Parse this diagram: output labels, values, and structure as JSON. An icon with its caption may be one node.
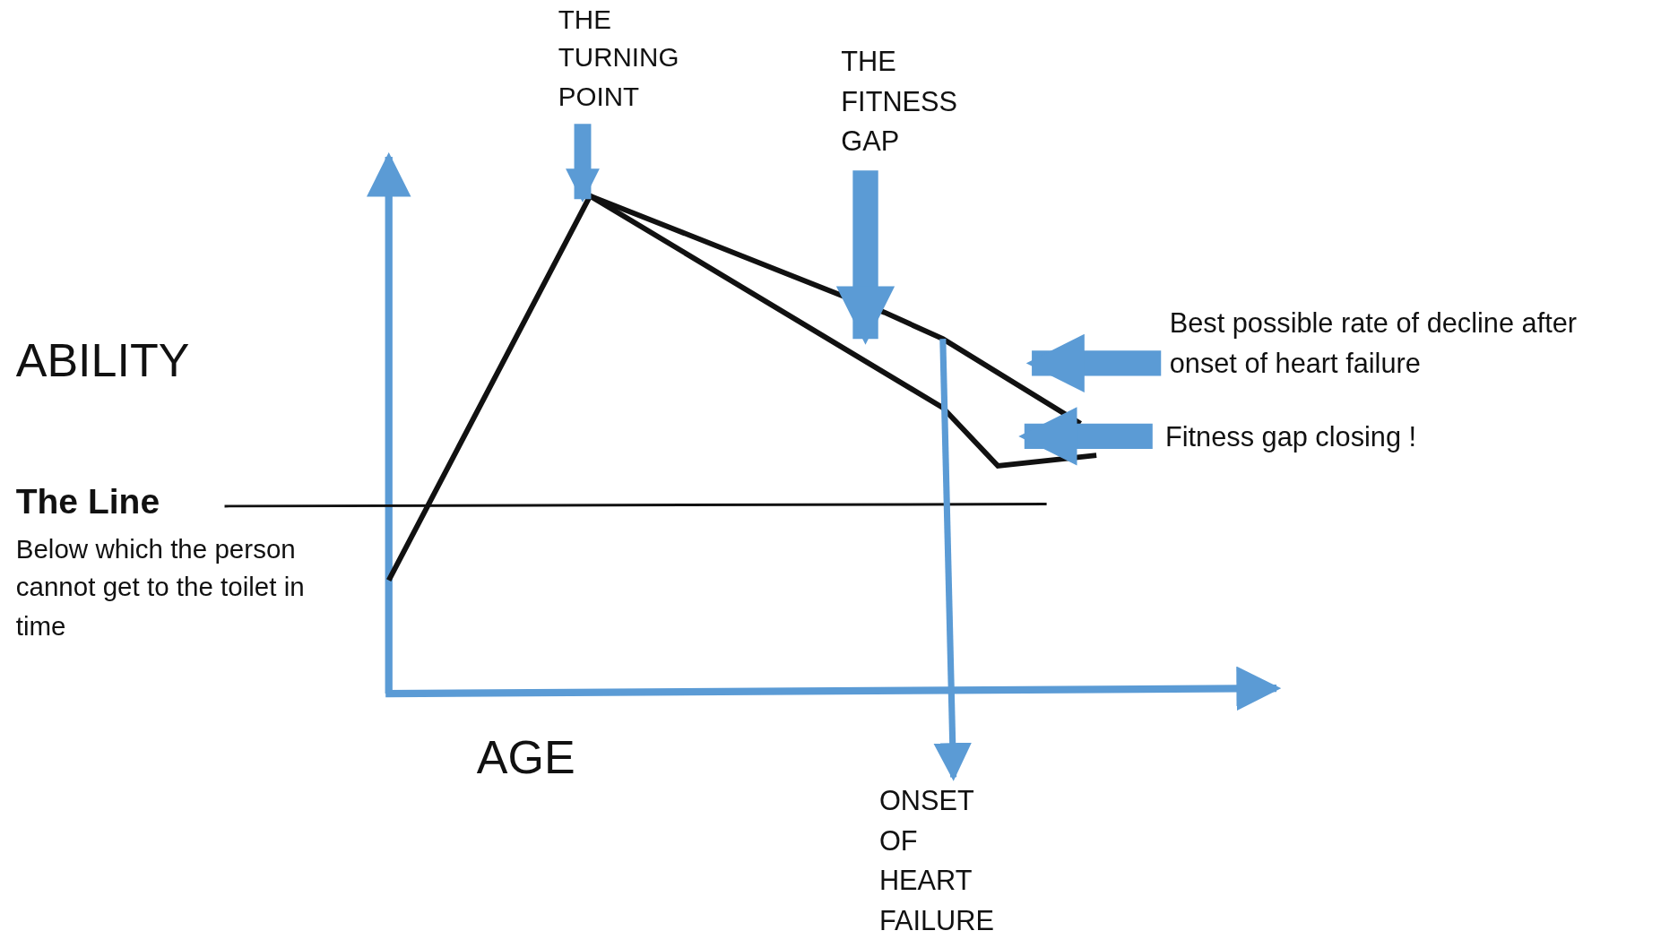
{
  "diagram": {
    "nodes": [
      {
        "text": [
          "THE TURNING POINT"
        ]
      },
      {
        "text": [
          "THE FITNESS GAP"
        ]
      },
      {
        "text": [
          "Best possible rate of decline after onset of heart failure"
        ]
      },
      {
        "text": [
          "Fitness gap closing !"
        ]
      },
      {
        "text": [
          "ONSET OF HEART FAILURE"
        ]
      }
    ],
    "edges": [
      {
        "from": 0,
        "to": null,
        "arrow": "to"
      },
      {
        "from": 1,
        "to": null,
        "arrow": "to"
      },
      {
        "from": 2,
        "to": null,
        "arrow": "to"
      },
      {
        "from": 3,
        "to": null,
        "arrow": "to"
      },
      {
        "from": null,
        "to": 4,
        "arrow": "to"
      }
    ],
    "labels": [
      "ABILITY",
      "The Line",
      "Below which the person cannot get to the toilet in time",
      "AGE"
    ]
  }
}
